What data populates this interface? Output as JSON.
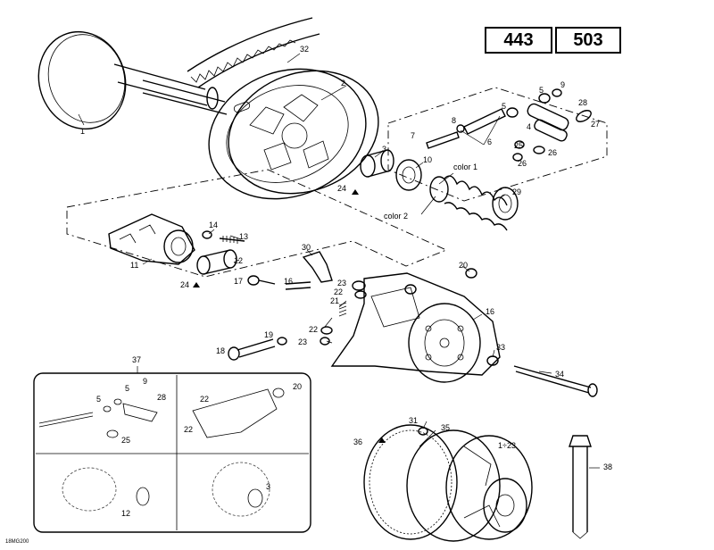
{
  "model_badges": [
    "443",
    "503"
  ],
  "footer_code": "18MG200",
  "color_labels": {
    "color1": "color 1",
    "color2": "color 2"
  },
  "callouts": {
    "c1": "1",
    "c2": "2",
    "c3": "3",
    "c4": "4",
    "c5a": "5",
    "c5b": "5",
    "c6": "6",
    "c7": "7",
    "c8": "8",
    "c9": "9",
    "c10": "10",
    "c11": "11",
    "c12a": "12",
    "c13": "13",
    "c14": "14",
    "c16a": "16",
    "c16b": "16",
    "c17": "17",
    "c18": "18",
    "c19": "19",
    "c20": "20",
    "c21": "21",
    "c22a": "22",
    "c22b": "22",
    "c23a": "23",
    "c23b": "23",
    "c24a": "24",
    "c24b": "24",
    "c25a": "25",
    "c26a": "26",
    "c26b": "26",
    "c27": "27",
    "c28": "28",
    "c29": "29",
    "c30": "30",
    "c31": "31",
    "c32": "32",
    "c33": "33",
    "c34": "34",
    "c35": "35",
    "c36": "36",
    "c1_23": "1÷23",
    "c37": "37",
    "c38": "38",
    "i5a": "5",
    "i5b": "5",
    "i9": "9",
    "i28": "28",
    "i25": "25",
    "i22a": "22",
    "i22b": "22",
    "i20": "20",
    "i3": "3",
    "i12": "12"
  }
}
